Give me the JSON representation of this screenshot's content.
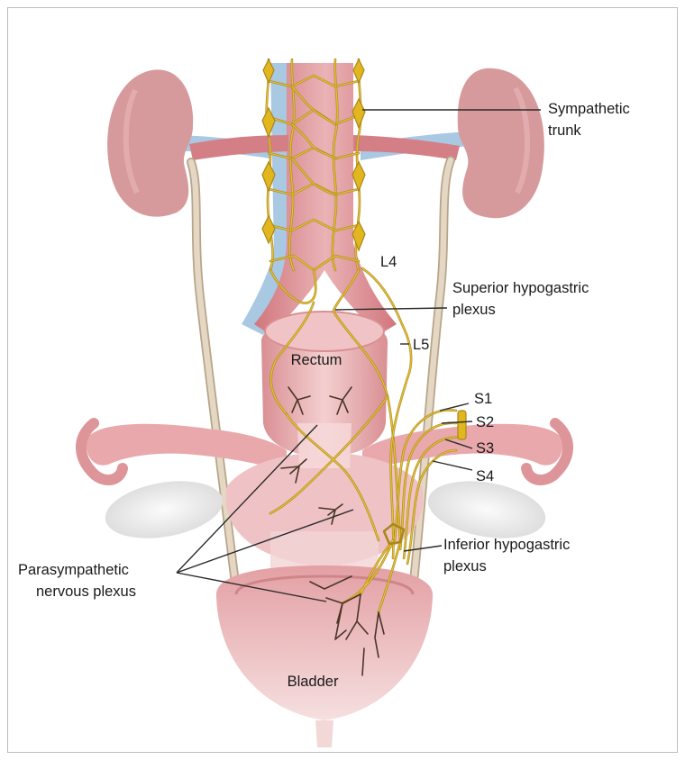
{
  "labels": {
    "sympathetic_trunk_1": "Sympathetic",
    "sympathetic_trunk_2": "trunk",
    "l4": "L4",
    "superior_1": "Superior hypogastric",
    "superior_2": "plexus",
    "l5": "L5",
    "rectum": "Rectum",
    "s1": "S1",
    "s2": "S2",
    "s3": "S3",
    "s4": "S4",
    "inferior_1": "Inferior hypogastric",
    "inferior_2": "plexus",
    "parasympathetic_1": "Parasympathetic",
    "parasympathetic_2": "nervous plexus",
    "bladder": "Bladder"
  },
  "colors": {
    "nerve": "#e4bf35",
    "ganglion": "#e2b61e",
    "organ": "#e5a5a8",
    "kidney": "#d79a9c",
    "vein": "#a9c8e2",
    "ureter": "#d9cbb6"
  }
}
